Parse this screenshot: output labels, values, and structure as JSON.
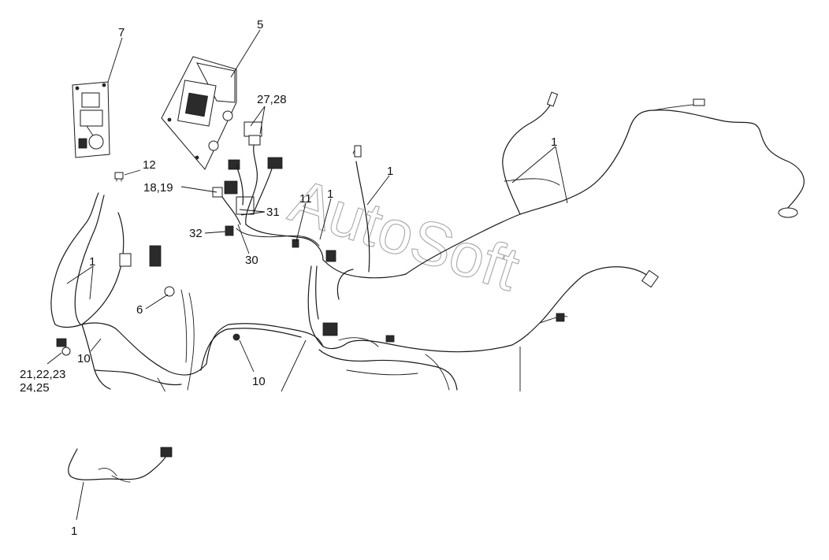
{
  "callouts": [
    {
      "id": "c-7",
      "text": "7"
    },
    {
      "id": "c-5",
      "text": "5"
    },
    {
      "id": "c-27-28",
      "text": "27,28"
    },
    {
      "id": "c-1-top-right",
      "text": "1"
    },
    {
      "id": "c-1-mid",
      "text": "1"
    },
    {
      "id": "c-12",
      "text": "12"
    },
    {
      "id": "c-18-19",
      "text": "18,19"
    },
    {
      "id": "c-11",
      "text": "11"
    },
    {
      "id": "c-1-center",
      "text": "1"
    },
    {
      "id": "c-31",
      "text": "31"
    },
    {
      "id": "c-32",
      "text": "32"
    },
    {
      "id": "c-30",
      "text": "30"
    },
    {
      "id": "c-1-left",
      "text": "1"
    },
    {
      "id": "c-6",
      "text": "6"
    },
    {
      "id": "c-10-left",
      "text": "10"
    },
    {
      "id": "c-10-center",
      "text": "10"
    },
    {
      "id": "c-21-23",
      "text": "21,22,23"
    },
    {
      "id": "c-24-25",
      "text": "24,25"
    },
    {
      "id": "c-1-bottom",
      "text": "1"
    }
  ],
  "watermark": "AutoSoft"
}
